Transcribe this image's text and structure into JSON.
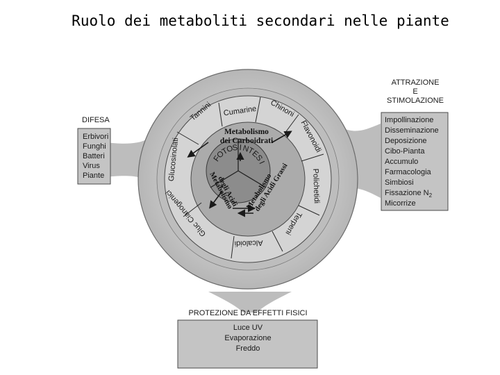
{
  "title": "Ruolo dei metaboliti secondari nelle piante",
  "core": {
    "photosynthesis": "FOTOSINTESI",
    "carbohydrate_metabolism": [
      "Metabolismo",
      "dei Carboidrati"
    ],
    "amino_acid_metabolism": [
      "Metabolismo",
      "degli Acidi"
    ],
    "fatty_acid_metabolism": [
      "Metabolismo",
      "degli Acidi Grassi"
    ]
  },
  "secondary_metabolites": [
    "Cumarine",
    "Chinoni",
    "Flavonoidi",
    "Polichetidi",
    "Terpeni",
    "Alcaloidi",
    "Gluc Cianogenici",
    "Glucosinolati",
    "Tannini"
  ],
  "defense": {
    "heading": "DIFESA",
    "items": [
      "Erbivori",
      "Funghi",
      "Batteri",
      "Virus",
      "Piante"
    ]
  },
  "attraction": {
    "heading": [
      "ATTRAZIONE",
      "E",
      "STIMOLAZIONE"
    ],
    "items": [
      "Impollinazione",
      "Disseminazione",
      "Deposizione",
      "Cibo-Pianta",
      "Accumulo",
      "Farmacologia",
      "Simbiosi",
      "Fissazione N",
      "Micorrize"
    ],
    "subscript": "2"
  },
  "protection": {
    "heading": "PROTEZIONE DA EFFETTI FISICI",
    "items": [
      "Luce UV",
      "Evaporazione",
      "Freddo"
    ]
  },
  "colors": {
    "outer_ring": "#bdbdbd",
    "middle_ring": "#d6d6d6",
    "inner_ring": "#a9a9a9",
    "core": "#8c8c8c",
    "box_fill": "#c4c4c4",
    "border": "#4a4a4a"
  }
}
